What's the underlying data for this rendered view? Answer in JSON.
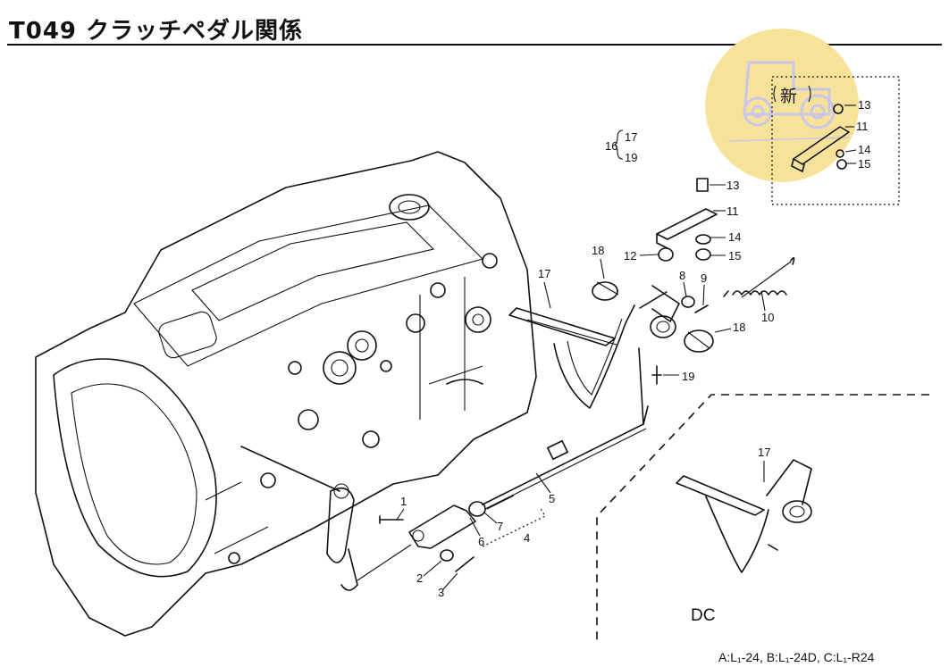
{
  "header": {
    "title": "T049  クラッチペダル関係"
  },
  "inset": {
    "badge": "新"
  },
  "callouts": {
    "n1": "1",
    "n2": "2",
    "n3": "3",
    "n4": "4",
    "n5": "5",
    "n6": "6",
    "n7": "7",
    "n8": "8",
    "n9": "9",
    "n10": "10",
    "n11": "11",
    "n12": "12",
    "n13": "13",
    "n14": "14",
    "n15": "15",
    "n16": "16",
    "n17": "17",
    "n18": "18",
    "n19": "19"
  },
  "variant": {
    "label": "DC"
  },
  "footer": {
    "models_html": "A:L₁-24,  B:L₁-24D,  C:L₁-R24"
  },
  "colors": {
    "watermark": "#f7e29a",
    "line": "#111111"
  }
}
